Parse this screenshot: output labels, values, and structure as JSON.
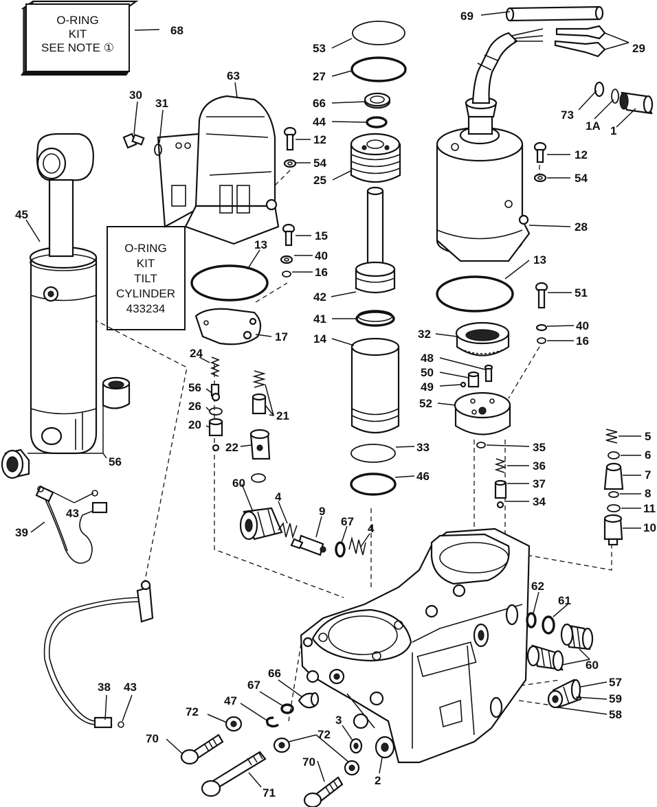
{
  "notes": {
    "top_box": [
      "O-RING",
      "KIT",
      "SEE NOTE ①"
    ],
    "tilt_box": [
      "O-RING",
      "KIT",
      "TILT",
      "CYLINDER",
      "433234"
    ]
  },
  "labels": {
    "l68": "68",
    "l69": "69",
    "l29": "29",
    "l53": "53",
    "l27": "27",
    "l66a": "66",
    "l44": "44",
    "l63": "63",
    "l30": "30",
    "l31": "31",
    "l12a": "12",
    "l54a": "54",
    "l25": "25",
    "l73": "73",
    "l1a": "1A",
    "l1": "1",
    "l12b": "12",
    "l54b": "54",
    "l45": "45",
    "l28": "28",
    "l15": "15",
    "l13a": "13",
    "l40a": "40",
    "l16a": "16",
    "l42": "42",
    "l13b": "13",
    "l51": "51",
    "l41": "41",
    "l14": "14",
    "l17": "17",
    "l32": "32",
    "l40b": "40",
    "l16b": "16",
    "l24": "24",
    "l48": "48",
    "l50": "50",
    "l49": "49",
    "l52": "52",
    "l56a": "56",
    "l26": "26",
    "l21": "21",
    "l20": "20",
    "l56b": "56",
    "l22": "22",
    "l33": "33",
    "l35": "35",
    "l5": "5",
    "l6": "6",
    "l36": "36",
    "l7": "7",
    "l46": "46",
    "l37": "37",
    "l8": "8",
    "l60a": "60",
    "l4a": "4",
    "l9": "9",
    "l67a": "67",
    "l4b": "4",
    "l34": "34",
    "l11": "11",
    "l10": "10",
    "l43a": "43",
    "l39": "39",
    "l62": "62",
    "l61": "61",
    "l60b": "60",
    "l38": "38",
    "l43b": "43",
    "l66b": "66",
    "l67b": "67",
    "l47": "47",
    "l72a": "72",
    "l57": "57",
    "l59": "59",
    "l58": "58",
    "l3": "3",
    "l72b": "72",
    "l70a": "70",
    "l70b": "70",
    "l2": "2",
    "l71": "71"
  }
}
